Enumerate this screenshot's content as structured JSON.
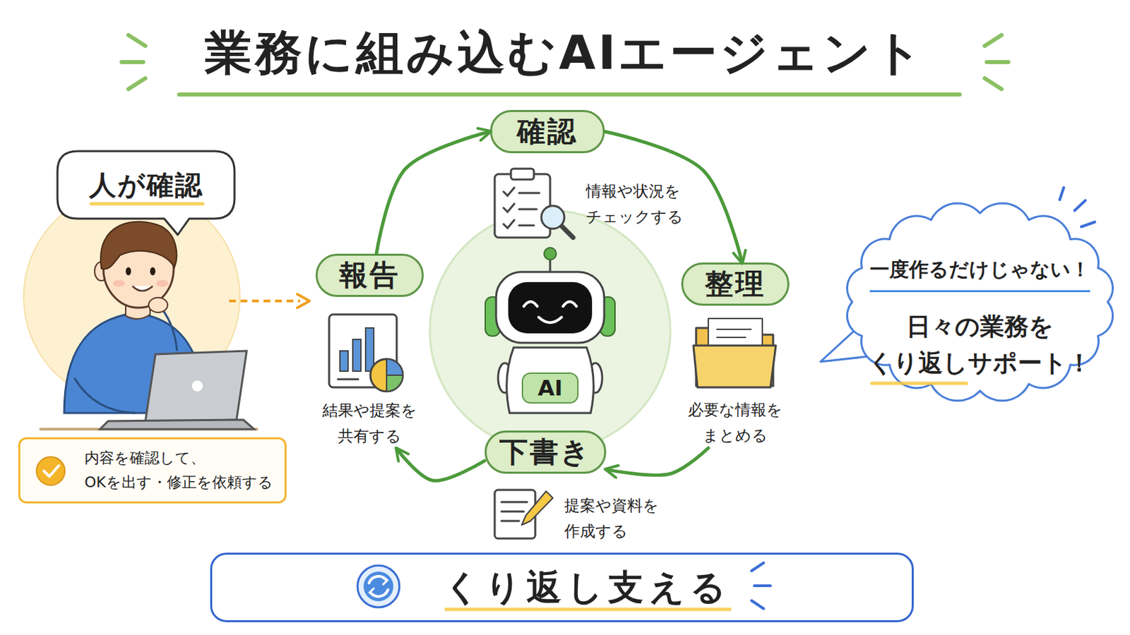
{
  "diagram": {
    "title": "業務に組み込むAIエージェント",
    "nodes": [
      {
        "text": [
          "確認",
          "情報や状況を チェックする"
        ]
      },
      {
        "text": [
          "人が確認"
        ]
      },
      {
        "text": [
          "報告",
          "結果や提案を 共有する"
        ]
      },
      {
        "text": [
          "整理",
          "必要な情報を まとめる"
        ]
      },
      {
        "text": [
          "一度作るだけじゃない！",
          "日々の業務を くり返しサポート！"
        ]
      },
      {
        "text": [
          "内容を確認して、 OKを出す・修正を依頼する"
        ]
      },
      {
        "text": [
          "下書き",
          "提案や資料を 作成する"
        ]
      },
      {
        "text": [
          "くり返し支える"
        ]
      }
    ],
    "edges": [
      {
        "from": 0,
        "to": 3,
        "arrow": "to"
      },
      {
        "from": 3,
        "to": 6,
        "arrow": "to"
      },
      {
        "from": 6,
        "to": 2,
        "arrow": "to"
      },
      {
        "from": 2,
        "to": 0,
        "arrow": "to"
      }
    ],
    "labels": [
      "AI"
    ]
  }
}
